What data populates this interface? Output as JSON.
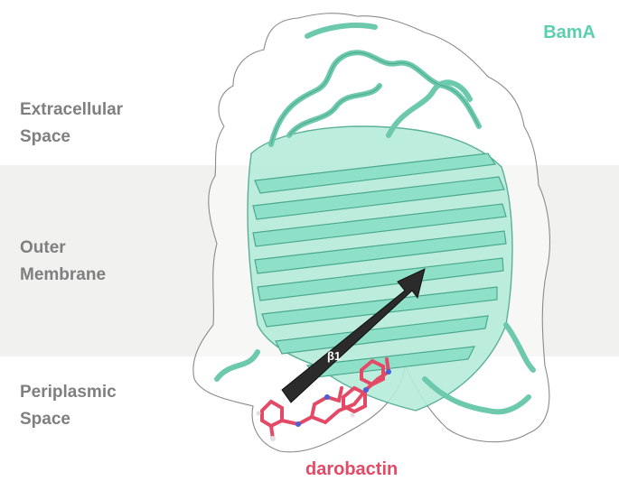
{
  "regions": {
    "extracellular": [
      "Extracellular",
      "Space"
    ],
    "outer_membrane": [
      "Outer",
      "Membrane"
    ],
    "periplasmic": [
      "Periplasmic",
      "Space"
    ]
  },
  "protein": {
    "name": "BamA",
    "color": "#5ccfb0"
  },
  "ligand": {
    "name": "darobactin",
    "color": "#e34a66"
  },
  "strand": {
    "label": "β1",
    "color": "#2b2b2b"
  },
  "colors": {
    "membrane": "#f1f1ef",
    "region_text": "#7f7f7f",
    "ribbon_fill": "#8fe0c8",
    "ribbon_stroke": "#4aa88e",
    "surface_outline": "#888888"
  }
}
